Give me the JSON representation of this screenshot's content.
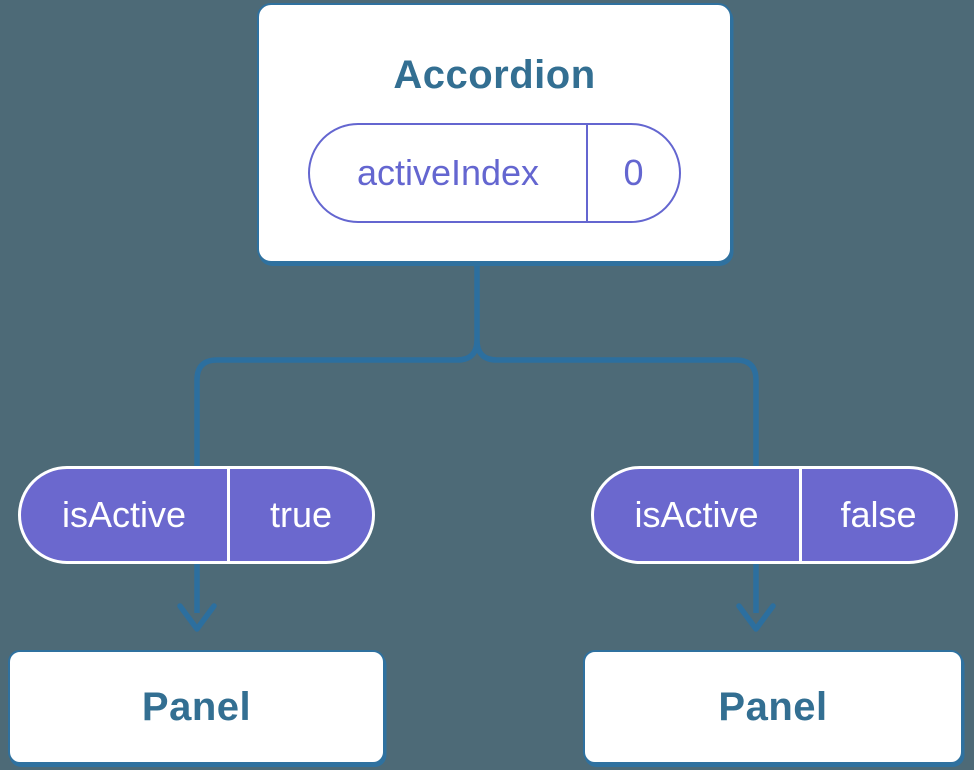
{
  "colors": {
    "background": "#4D6A77",
    "node_fill": "#FFFFFF",
    "node_border": "#2F719F",
    "node_text": "#336F92",
    "pill_fill": "#6B68CE",
    "pill_outline": "#6466D0",
    "pill_text_on_fill": "#FFFFFF",
    "connector": "#2C6F9F"
  },
  "diagram": {
    "root": {
      "title": "Accordion",
      "state": {
        "name": "activeIndex",
        "value": "0"
      }
    },
    "children": [
      {
        "prop": {
          "name": "isActive",
          "value": "true"
        },
        "panel_label": "Panel"
      },
      {
        "prop": {
          "name": "isActive",
          "value": "false"
        },
        "panel_label": "Panel"
      }
    ]
  }
}
